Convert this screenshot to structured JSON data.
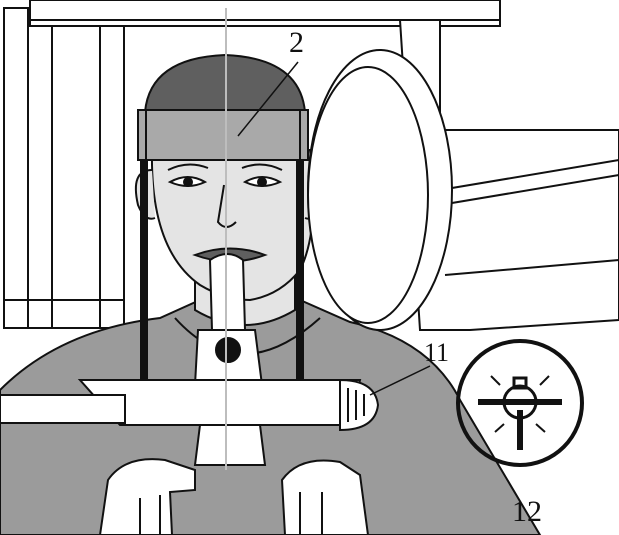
{
  "callouts": {
    "headband": "2",
    "positioning_light": "11",
    "light_symbol": "12"
  },
  "colors": {
    "line": "#111111",
    "face_fill": "#e4e4e4",
    "band_fill": "#a9a9a9",
    "hair_fill": "#5f5f5f",
    "shirt_fill": "#9b9b9b",
    "machine_fill": "#ffffff",
    "laser_line": "#bdbdbd"
  },
  "icons": {
    "light_symbol": "light-bulb-icon"
  }
}
